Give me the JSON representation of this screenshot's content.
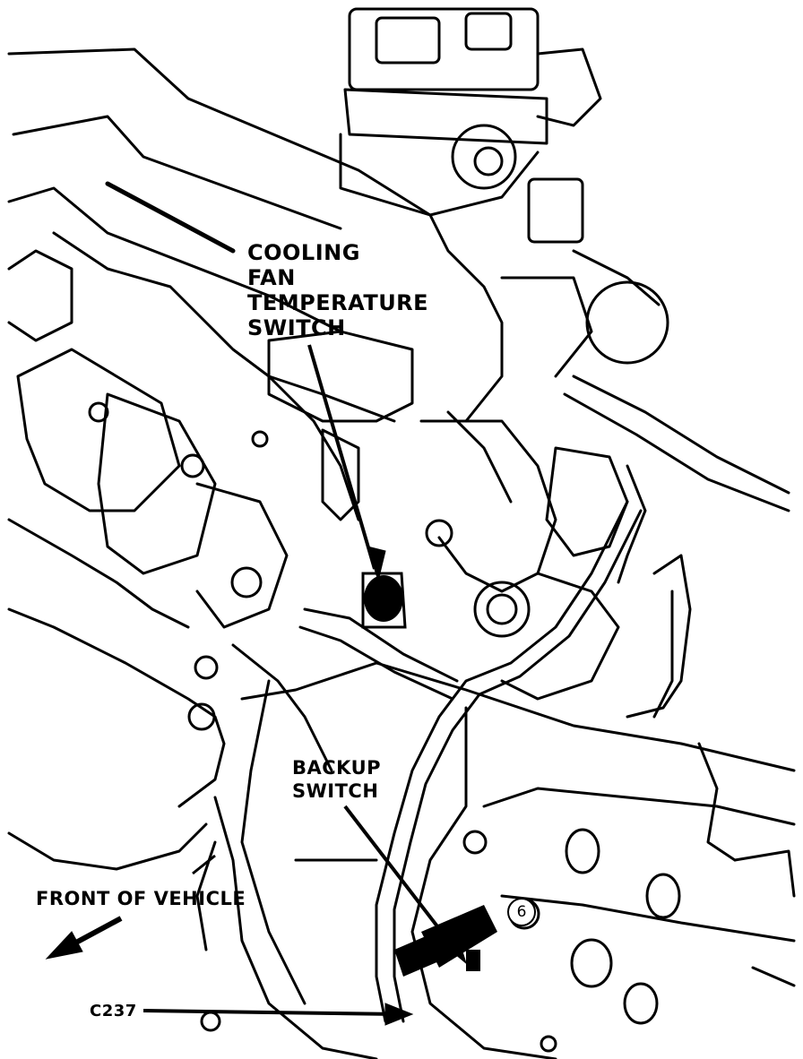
{
  "diagram": {
    "labels": {
      "cooling_fan_line1": "COOLING",
      "cooling_fan_line2": "FAN",
      "cooling_fan_line3": "TEMPERATURE",
      "cooling_fan_line4": "SWITCH",
      "backup_line1": "BACKUP",
      "backup_line2": "SWITCH",
      "front_of_vehicle": "FRONT OF VEHICLE",
      "connector": "C237",
      "callout_number": "6"
    }
  }
}
